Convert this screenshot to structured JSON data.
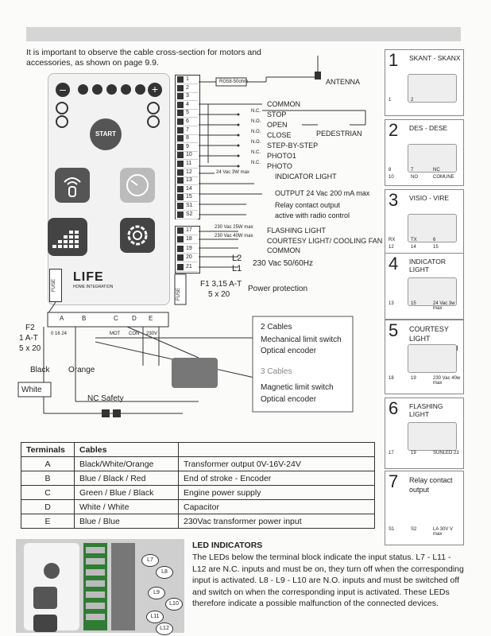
{
  "intro": "It is important to observe the cable cross-section for motors and accessories, as shown on page 9.9.",
  "board": {
    "start": "START",
    "brand": "LIFE",
    "brand_sub": "HOME INTEGRATION",
    "fuse": "FUSE"
  },
  "terminal_numbers": [
    "1",
    "2",
    "3",
    "4",
    "5",
    "6",
    "7",
    "8",
    "9",
    "10",
    "11",
    "12",
    "13",
    "14",
    "15",
    "S1",
    "S2"
  ],
  "terminal_numbers_lower": [
    "17",
    "18",
    "19",
    "20",
    "21"
  ],
  "wiring": {
    "antenna_comp": "RG58-50ohm",
    "antenna": "ANTENNA",
    "common": "COMMON",
    "stop": "STOP",
    "open": "OPEN",
    "close": "CLOSE",
    "step": "STEP-BY-STEP",
    "photo1": "PHOTO1",
    "photo": "PHOTO",
    "pedestrian": "PEDESTRIAN",
    "nc": "N.C.",
    "no": "N.O.",
    "ind_spec": "24 Vac 3W max",
    "indicator": "INDICATOR LIGHT",
    "output24": "OUTPUT 24 Vac 200 mA max",
    "relay1": "Relay contact output",
    "relay2": "active with radio control",
    "flash_spec": "230 Vac 25W max",
    "courtesy_spec": "230 Vac 40W max",
    "flashing": "FLASHING LIGHT",
    "courtesy": "COURTESY LIGHT/ COOLING FAN",
    "common2": "COMMON",
    "l2": "L2",
    "l1": "L1",
    "power": "230 Vac 50/60Hz",
    "fuse_f1_a": "F1 3,15 A-T",
    "fuse_f1_b": "5 x 20",
    "power_protection": "Power protection",
    "fuse_f2_a": "F2",
    "fuse_f2_b": "1 A-T",
    "fuse_f2_c": "5 x 20",
    "fuse_box": "FUSE"
  },
  "bottom_terms": {
    "letters": [
      "A",
      "B",
      "C",
      "D",
      "E"
    ],
    "a_sub": "0 16 24",
    "c_sub": "MOT",
    "d_sub": "CON",
    "e_sub": "230V"
  },
  "encoder": {
    "two_cables": "2 Cables",
    "mech1": "Mechanical limit switch",
    "mech2": "Optical encoder",
    "three_cables": "3 Cables",
    "mag1": "Magnetic limit switch",
    "mag2": "Optical encoder",
    "black": "Black",
    "orange": "Orange",
    "white": "White",
    "nc_safety": "NC Safety"
  },
  "cables_table": {
    "headers": [
      "Terminals",
      "Cables",
      ""
    ],
    "rows": [
      [
        "A",
        "Black/White/Orange",
        "Transformer output 0V-16V-24V"
      ],
      [
        "B",
        "Blue / Black / Red",
        "End of stroke - Encoder"
      ],
      [
        "C",
        "Green / Blue / Black",
        "Engine power supply"
      ],
      [
        "D",
        "White / White",
        "Capacitor"
      ],
      [
        "E",
        "Blue / Blue",
        "230Vac transformer power input"
      ]
    ]
  },
  "led": {
    "title": "LED INDICATORS",
    "body": "The LEDs below the terminal block indicate the input status. L7 - L11 - L12 are N.C. inputs and must be on, they turn off when the corresponding input is activated. L8 - L9 - L10 are N.O. inputs and must be switched off and switch on when the corresponding input is activated. These LEDs therefore indicate a possible malfunction of the connected devices.",
    "labels": [
      "L7",
      "L8",
      "L9",
      "L10",
      "L11",
      "L12"
    ]
  },
  "sidebar": [
    {
      "num": "1",
      "title": "SKANT - SKANX",
      "sub": [
        "1",
        "2"
      ]
    },
    {
      "num": "2",
      "title": "DES - DESE",
      "sub": [
        "8",
        "7",
        "NC",
        "10",
        "NO",
        "COMUNE"
      ]
    },
    {
      "num": "3",
      "title": "VISIO - VIRE",
      "sub": [
        "RX",
        "TX",
        "6",
        "12",
        "14",
        "15"
      ]
    },
    {
      "num": "4",
      "title": "INDICATOR LIGHT",
      "sub": [
        "13",
        "15",
        "24 Vac 3w max"
      ]
    },
    {
      "num": "5",
      "title": "COURTESY LIGHT COOLING FAN",
      "sub": [
        "18",
        "19",
        "230 Vac 40w max"
      ]
    },
    {
      "num": "6",
      "title": "FLASHING LIGHT",
      "sub": [
        "17",
        "19",
        "SUNLED 23"
      ]
    },
    {
      "num": "7",
      "title": "Relay contact output",
      "sub": [
        "S1",
        "S2",
        "LA 30V V max"
      ]
    }
  ]
}
